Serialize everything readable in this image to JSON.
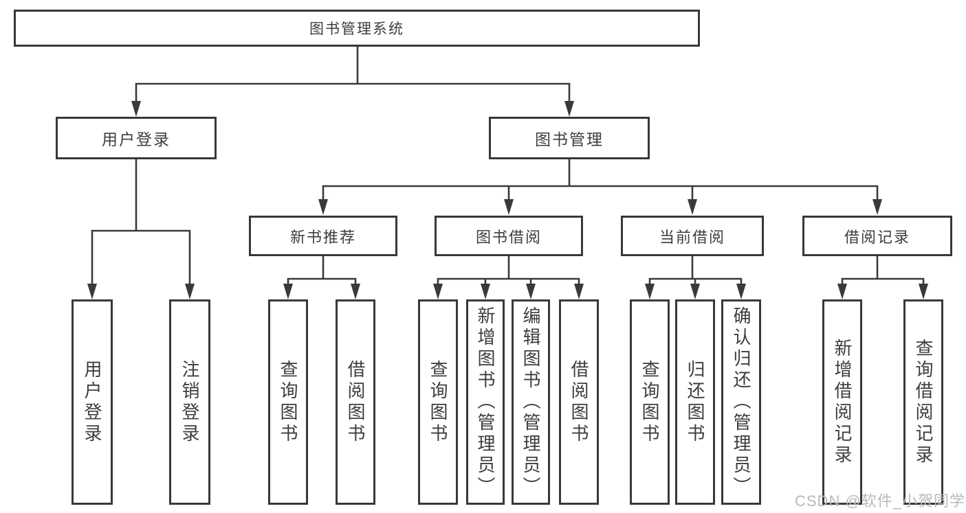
{
  "tree": {
    "root": {
      "label": "图书管理系统"
    },
    "branches": [
      {
        "label": "用户登录",
        "children": [
          {
            "label": "用户登录"
          },
          {
            "label": "注销登录"
          }
        ]
      },
      {
        "label": "图书管理",
        "children": [
          {
            "label": "新书推荐",
            "children": [
              {
                "label": "查询图书"
              },
              {
                "label": "借阅图书"
              }
            ]
          },
          {
            "label": "图书借阅",
            "children": [
              {
                "label": "查询图书"
              },
              {
                "label": "新增图书（管理员）"
              },
              {
                "label": "编辑图书（管理员）"
              },
              {
                "label": "借阅图书"
              }
            ]
          },
          {
            "label": "当前借阅",
            "children": [
              {
                "label": "查询图书"
              },
              {
                "label": "归还图书"
              },
              {
                "label": "确认归还（管理员）"
              }
            ]
          },
          {
            "label": "借阅记录",
            "children": [
              {
                "label": "新增借阅记录"
              },
              {
                "label": "查询借阅记录"
              }
            ]
          }
        ]
      }
    ]
  },
  "watermark": {
    "text": "CSDN @软件_小贺同学"
  },
  "colors": {
    "line": "#3a3a3a",
    "box_border": "#383838",
    "text": "#3d3d3d",
    "watermark": "#b9b9b9",
    "background": "#ffffff"
  }
}
